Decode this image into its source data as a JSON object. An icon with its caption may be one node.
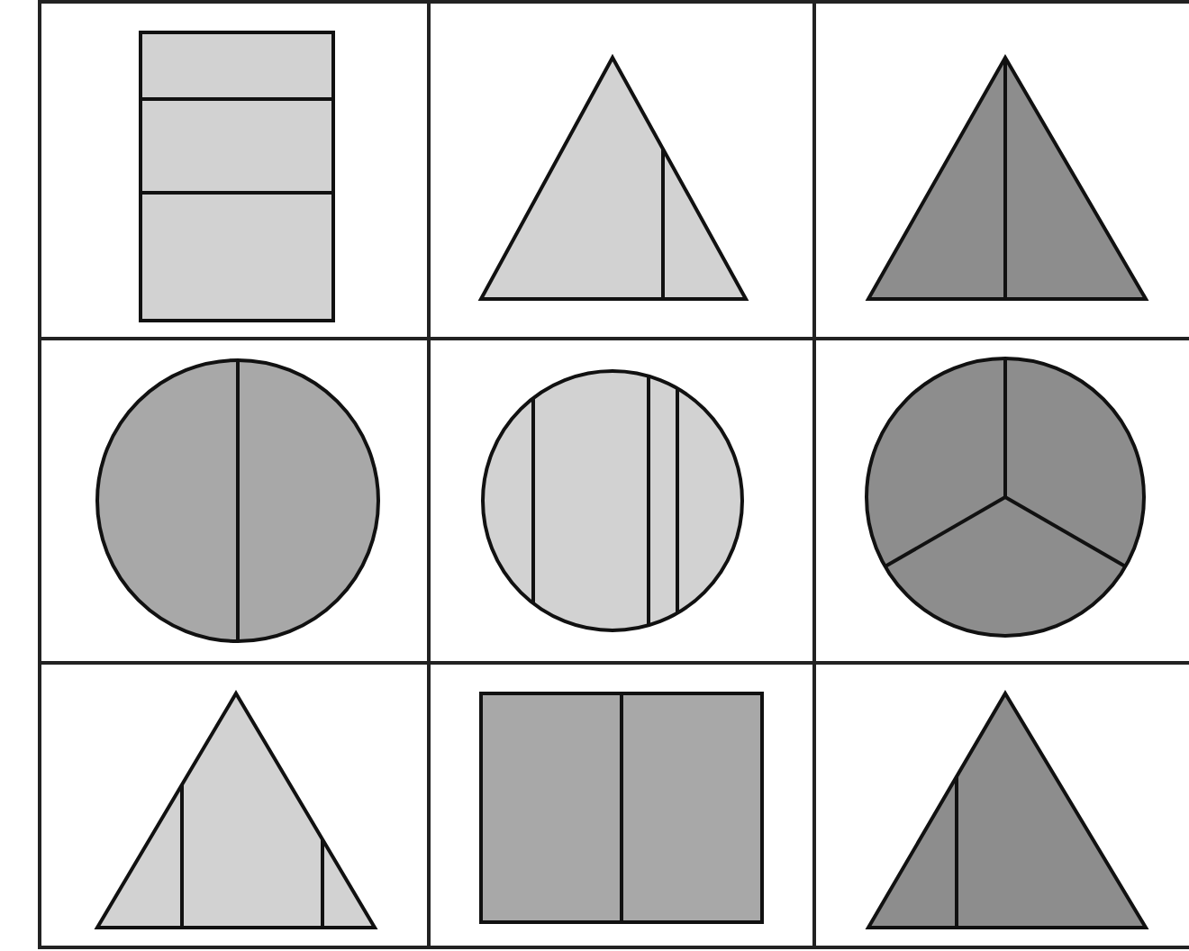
{
  "diagram": {
    "nodes": [
      {
        "text": [],
        "shape": "box"
      },
      {
        "text": [],
        "shape": "triangle"
      },
      {
        "text": [],
        "shape": "triangle"
      },
      {
        "text": [],
        "shape": "circle"
      },
      {
        "text": [],
        "shape": "circle"
      },
      {
        "text": [],
        "shape": "circle"
      },
      {
        "text": [],
        "shape": "triangle"
      },
      {
        "text": [],
        "shape": "box"
      },
      {
        "text": [],
        "shape": "triangle"
      }
    ]
  }
}
